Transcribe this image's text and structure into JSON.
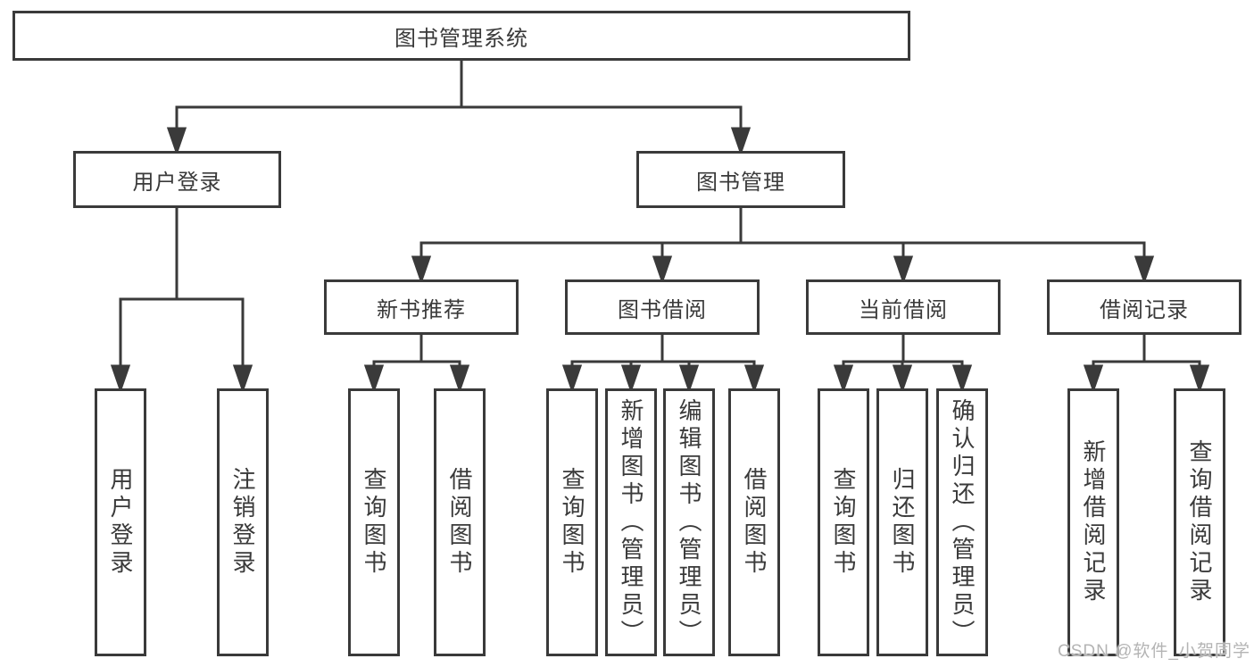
{
  "diagram": {
    "colors": {
      "line": "#3a3a3a",
      "box_border": "#3a3a3a",
      "text": "#3a3a3a",
      "background": "#ffffff",
      "watermark": "#b4b4b4"
    },
    "watermark": "CSDN @软件_小贺同学",
    "tree": {
      "root": {
        "label": "图书管理系统"
      },
      "branches": [
        {
          "label": "用户登录",
          "children": [
            {
              "label": "用户登录"
            },
            {
              "label": "注销登录"
            }
          ]
        },
        {
          "label": "图书管理",
          "children": [
            {
              "label": "新书推荐",
              "children": [
                {
                  "label": "查询图书"
                },
                {
                  "label": "借阅图书"
                }
              ]
            },
            {
              "label": "图书借阅",
              "children": [
                {
                  "label": "查询图书"
                },
                {
                  "label": "新增图书（管理员）"
                },
                {
                  "label": "编辑图书（管理员）"
                },
                {
                  "label": "借阅图书"
                }
              ]
            },
            {
              "label": "当前借阅",
              "children": [
                {
                  "label": "查询图书"
                },
                {
                  "label": "归还图书"
                },
                {
                  "label": "确认归还（管理员）"
                }
              ]
            },
            {
              "label": "借阅记录",
              "children": [
                {
                  "label": "新增借阅记录"
                },
                {
                  "label": "查询借阅记录"
                }
              ]
            }
          ]
        }
      ]
    }
  }
}
